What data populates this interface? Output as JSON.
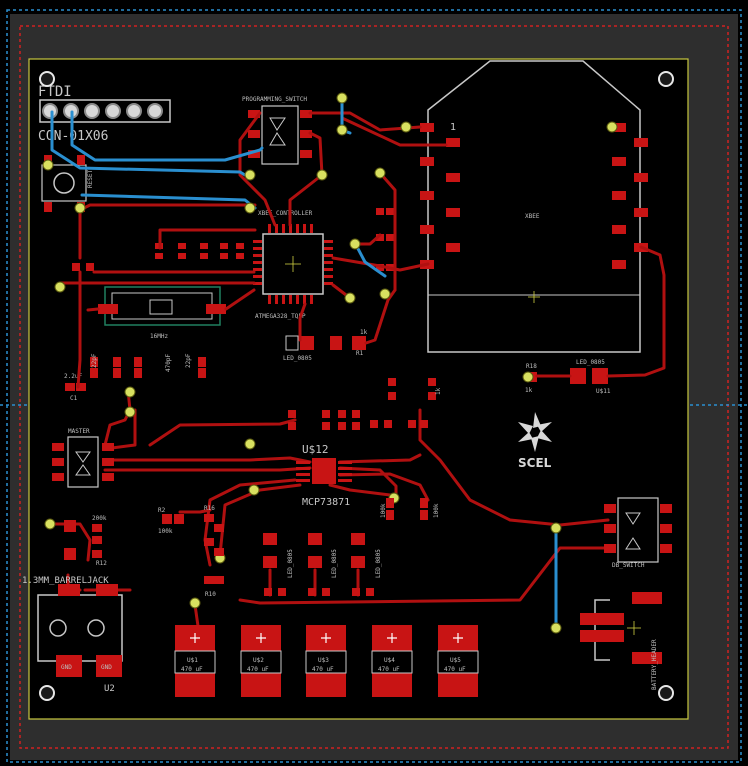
{
  "colors": {
    "background": "#000000",
    "board_fill": "#2e2e2e",
    "outline": "#c8c840",
    "copper_top": "#c81414",
    "copper_bottom": "#2a8fd0",
    "silk": "#c8c8c8",
    "via": "#d8e060",
    "keepout_red": "#d02020",
    "keepout_blue": "#2a8fd0"
  },
  "header": {
    "name": "FTDI",
    "value": "CON-01X06"
  },
  "labels": {
    "prog_switch": "PROGRAMMING_SWITCH",
    "reset": "RESET",
    "xbee_ctrl": "XBEE_CONTROLLER",
    "mcu": "ATMEGA328_TQFP",
    "xbee": "XBEE",
    "xbee_pin1": "1",
    "master": "MASTER",
    "u12": "U$12",
    "mcp": "MCP73871",
    "scel": "SCEL",
    "barrel": "1.3MM_BARRELJACK",
    "gnd1": "GND",
    "gnd2": "GND",
    "u2": "U2",
    "db_switch": "DB_SWITCH",
    "battery": "BATTERY_HEADER",
    "led1": "LED_0805",
    "led2": "LED_0805",
    "led_u1": "U$11",
    "led_u2": "U$5",
    "r18": "R18",
    "r18v": "1k",
    "r1": "R1",
    "r1v": "1k",
    "r2": "R2",
    "r2v": "100k",
    "r16": "R16",
    "r10": "R10",
    "cap_220": "2.2uF",
    "cap_c1": "C1",
    "osc": "16MHz",
    "c_22pf_a": "22pF",
    "c_22pf_b": "22pF",
    "c_470": "470pF",
    "r_200k": "200k",
    "r12": "R12",
    "r_1k_a": "1k",
    "r_100k_a": "100k",
    "r_100k_b": "100k"
  },
  "leds": [
    {
      "ref": "LED_0805"
    },
    {
      "ref": "LED_0805"
    },
    {
      "ref": "LED_0805"
    }
  ],
  "caps": [
    {
      "ref": "U$1",
      "value": "470 uF"
    },
    {
      "ref": "U$2",
      "value": "470 uF"
    },
    {
      "ref": "U$3",
      "value": "470 uF"
    },
    {
      "ref": "U$4",
      "value": "470 uF"
    },
    {
      "ref": "U$5",
      "value": "470 uF"
    }
  ]
}
